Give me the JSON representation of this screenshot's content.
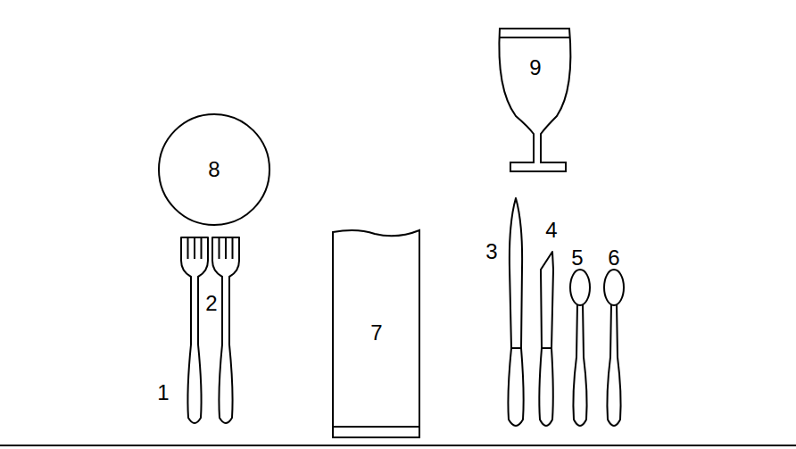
{
  "diagram": {
    "nodes": [
      {
        "text": [
          "9"
        ]
      },
      {
        "text": [
          "8"
        ]
      },
      {
        "text": [
          "7"
        ]
      }
    ],
    "labels": [
      "1",
      "2",
      "3",
      "4",
      "5",
      "6"
    ]
  }
}
